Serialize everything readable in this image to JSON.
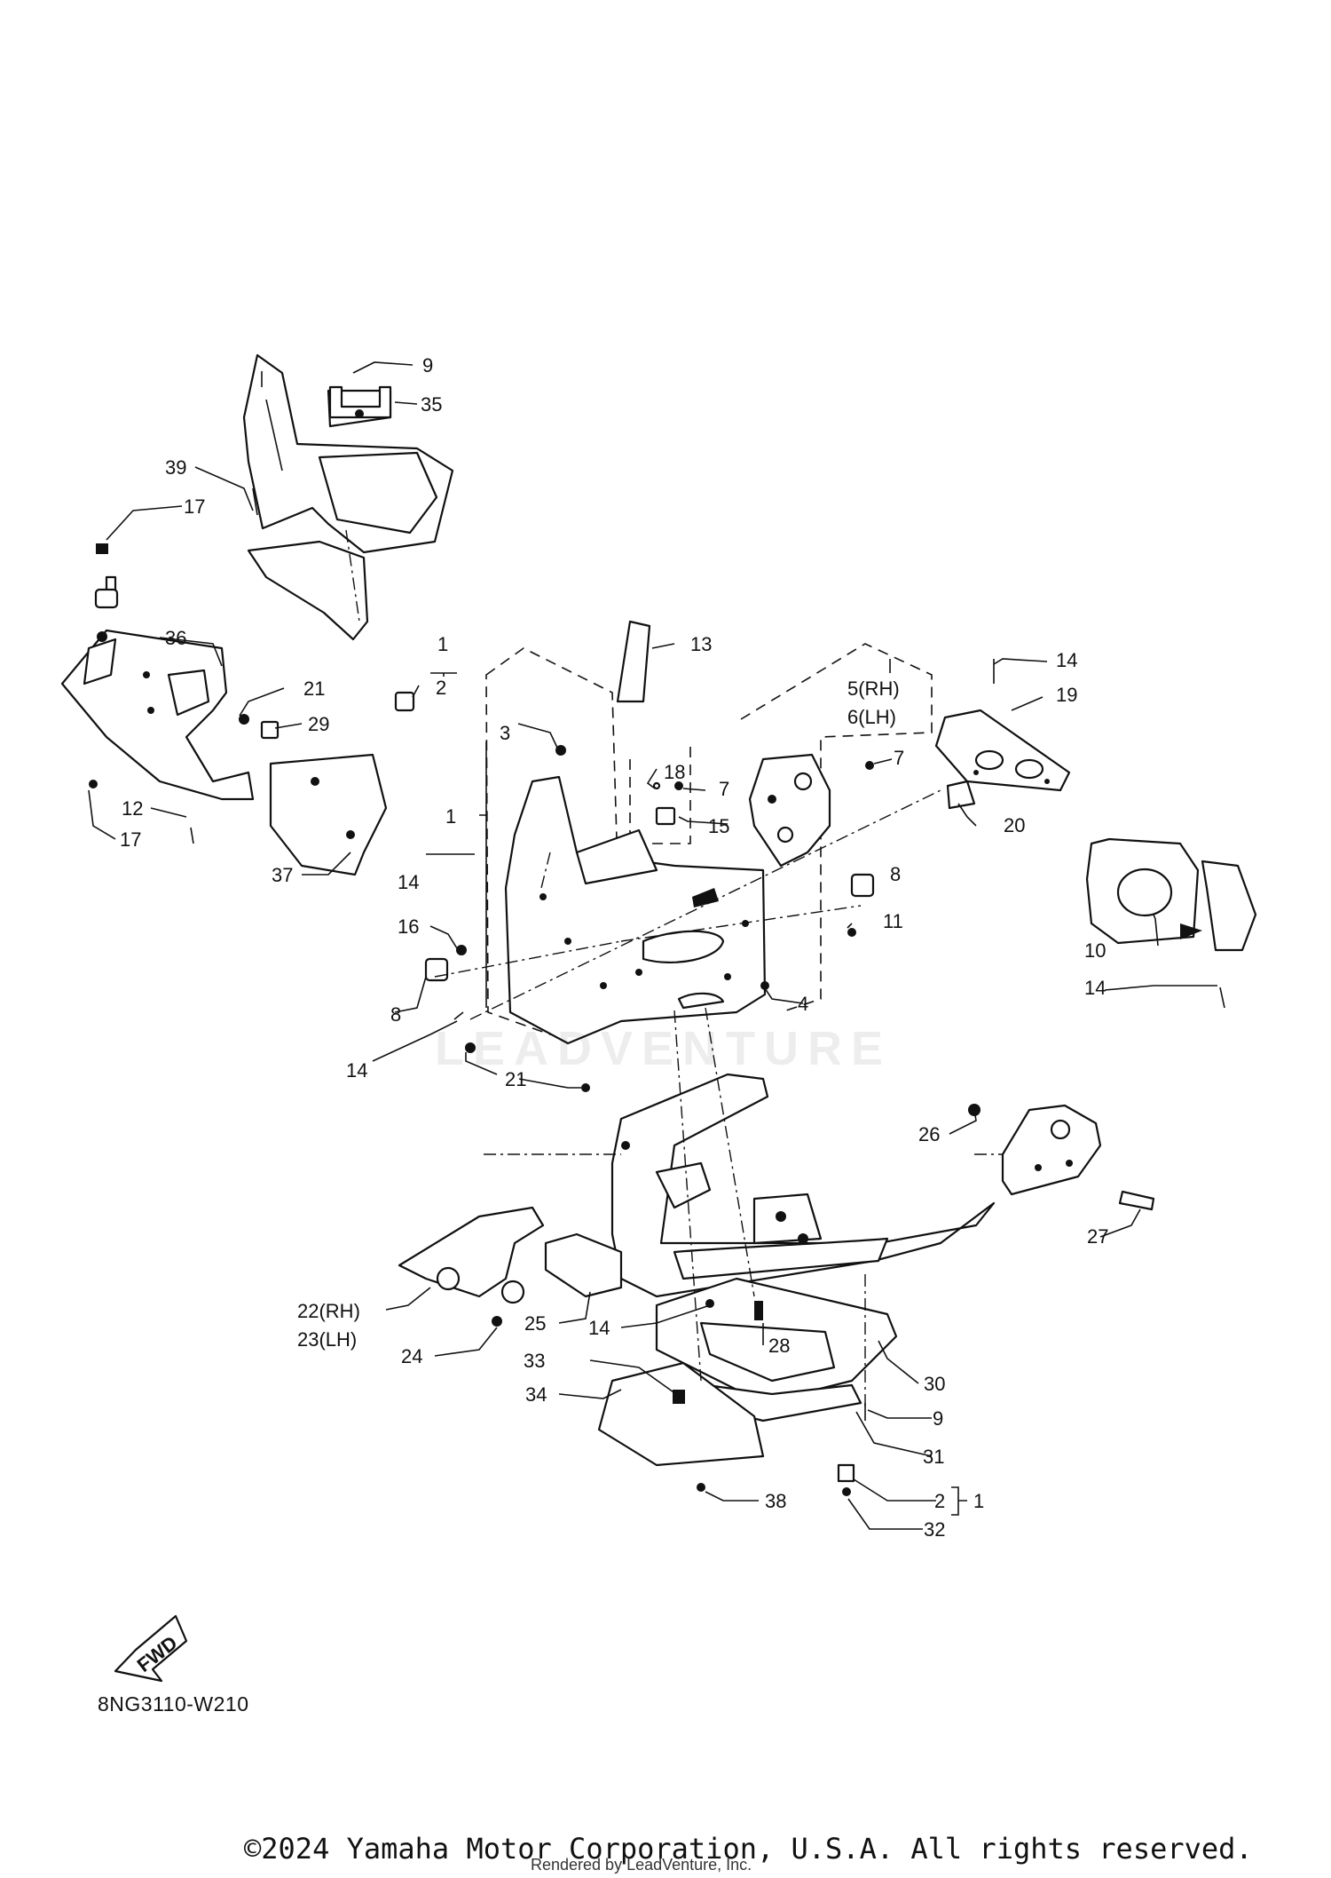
{
  "diagram": {
    "code": "8NG3110-W210",
    "fwd_label": "FWD",
    "watermark": "LEADVENTURE",
    "copyright": "©2024 Yamaha Motor Corporation, U.S.A. All rights reserved.",
    "rendered_by": "Rendered by LeadVenture, Inc."
  },
  "callouts": [
    {
      "label": "9"
    },
    {
      "label": "35"
    },
    {
      "label": "39"
    },
    {
      "label": "17"
    },
    {
      "label": "36"
    },
    {
      "label": "21"
    },
    {
      "label": "29"
    },
    {
      "label": "12"
    },
    {
      "label": "17"
    },
    {
      "label": "37"
    },
    {
      "label": "1"
    },
    {
      "label": "2"
    },
    {
      "label": "13"
    },
    {
      "label": "3"
    },
    {
      "label": "1"
    },
    {
      "label": "14"
    },
    {
      "label": "16"
    },
    {
      "label": "8"
    },
    {
      "label": "14"
    },
    {
      "label": "21"
    },
    {
      "label": "18"
    },
    {
      "label": "7"
    },
    {
      "label": "15"
    },
    {
      "label": "5(RH)"
    },
    {
      "label": "6(LH)"
    },
    {
      "label": "7"
    },
    {
      "label": "8"
    },
    {
      "label": "11"
    },
    {
      "label": "4"
    },
    {
      "label": "14"
    },
    {
      "label": "19"
    },
    {
      "label": "20"
    },
    {
      "label": "10"
    },
    {
      "label": "14"
    },
    {
      "label": "26"
    },
    {
      "label": "27"
    },
    {
      "label": "22(RH)"
    },
    {
      "label": "23(LH)"
    },
    {
      "label": "24"
    },
    {
      "label": "25"
    },
    {
      "label": "14"
    },
    {
      "label": "28"
    },
    {
      "label": "33"
    },
    {
      "label": "34"
    },
    {
      "label": "30"
    },
    {
      "label": "9"
    },
    {
      "label": "31"
    },
    {
      "label": "2"
    },
    {
      "label": "1"
    },
    {
      "label": "38"
    },
    {
      "label": "32"
    }
  ]
}
